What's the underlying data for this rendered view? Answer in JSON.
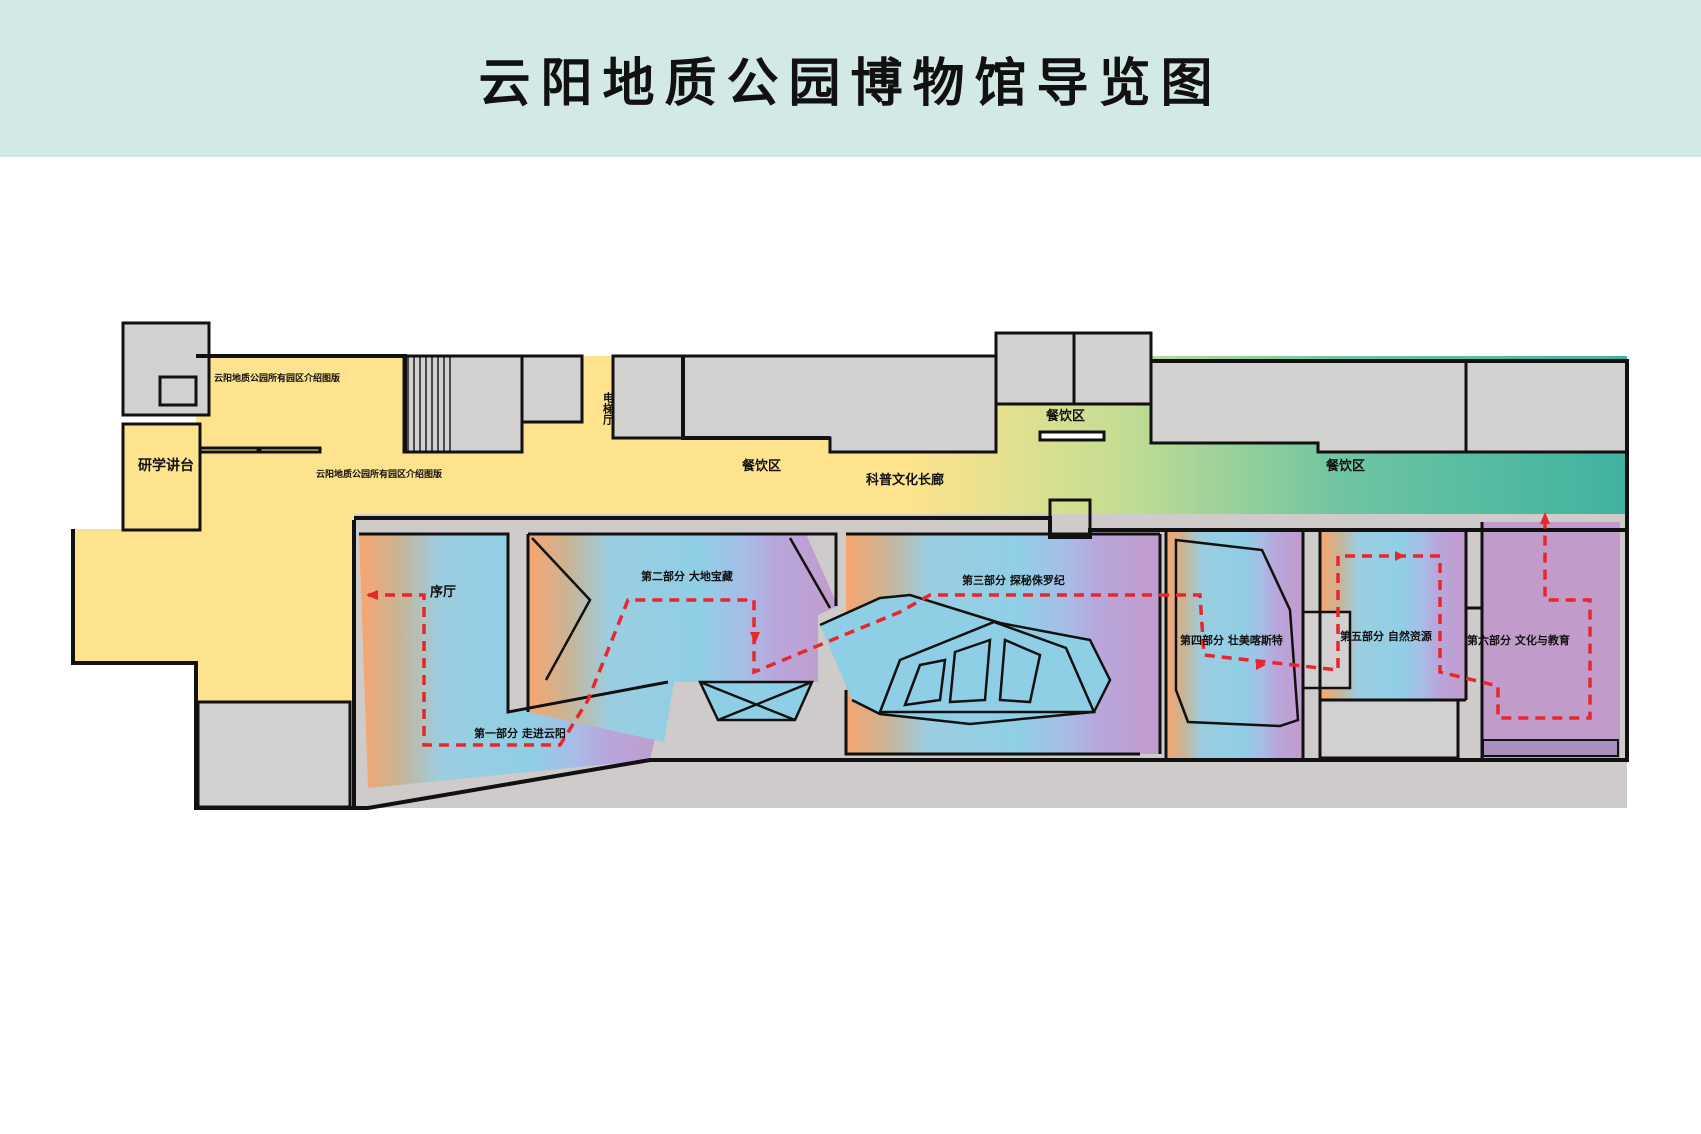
{
  "title": "云阳地质公园博物馆导览图",
  "colors": {
    "title_bg": "#d2e9e6",
    "wall": "#111111",
    "service_room": "#d3d0d0",
    "corridor_yellow": "#fde38d",
    "corridor_teal": "#3fb2a0",
    "lobby_orange": "#f9a56e",
    "hall_blue": "#8fcfe6",
    "hall_lavender": "#b8a6dc",
    "hall_purple": "#c19ccb",
    "route_red": "#e8262c"
  },
  "labels": {
    "research_stage": "研学讲台",
    "intro_board_1": "云阳地质公园所有园区介绍图版",
    "intro_board_2": "云阳地质公园所有园区介绍图版",
    "elevator": "电梯厅",
    "dining_1": "餐饮区",
    "dining_2": "餐饮区",
    "dining_3": "餐饮区",
    "corridor": "科普文化长廊",
    "lobby": "序厅",
    "part1": "第一部分 走进云阳",
    "part2": "第二部分 大地宝藏",
    "part3": "第三部分 探秘侏罗纪",
    "part4": "第四部分 壮美喀斯特",
    "part5": "第五部分 自然资源",
    "part6": "第六部分 文化与教育"
  },
  "route": {
    "style": "dashed",
    "color": "#e8262c",
    "description_order": [
      "序厅",
      "第一部分 走进云阳",
      "第二部分 大地宝藏",
      "第三部分 探秘侏罗纪",
      "第四部分 壮美喀斯特",
      "第五部分 自然资源",
      "第六部分 文化与教育"
    ]
  }
}
